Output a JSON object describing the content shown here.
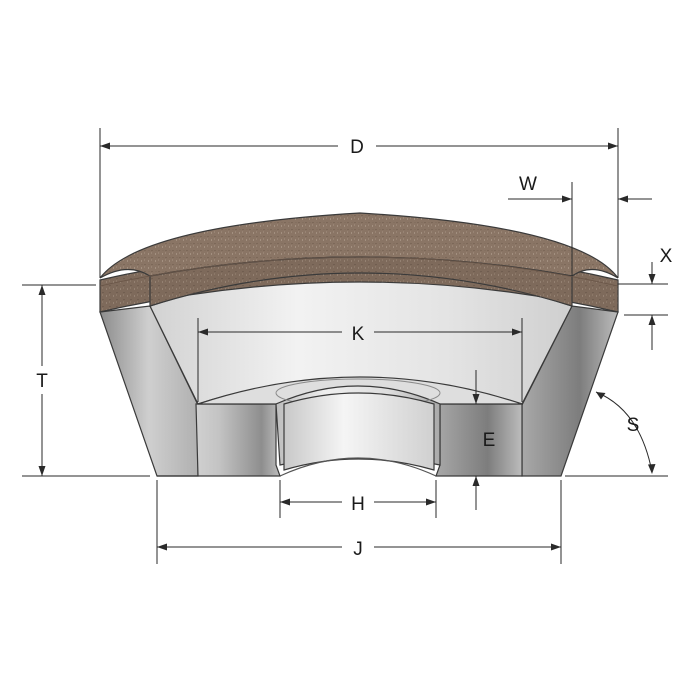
{
  "colors": {
    "background": "#ffffff",
    "abrasive_rim": "#8a7565",
    "body_metal": "#b9b9b9",
    "inner_surface": "#e6e6e6",
    "dimension_lines": "#2a2a2a"
  },
  "dimensions": {
    "D": "D",
    "W": "W",
    "X": "X",
    "T": "T",
    "K": "K",
    "E": "E",
    "S": "S",
    "H": "H",
    "J": "J"
  }
}
